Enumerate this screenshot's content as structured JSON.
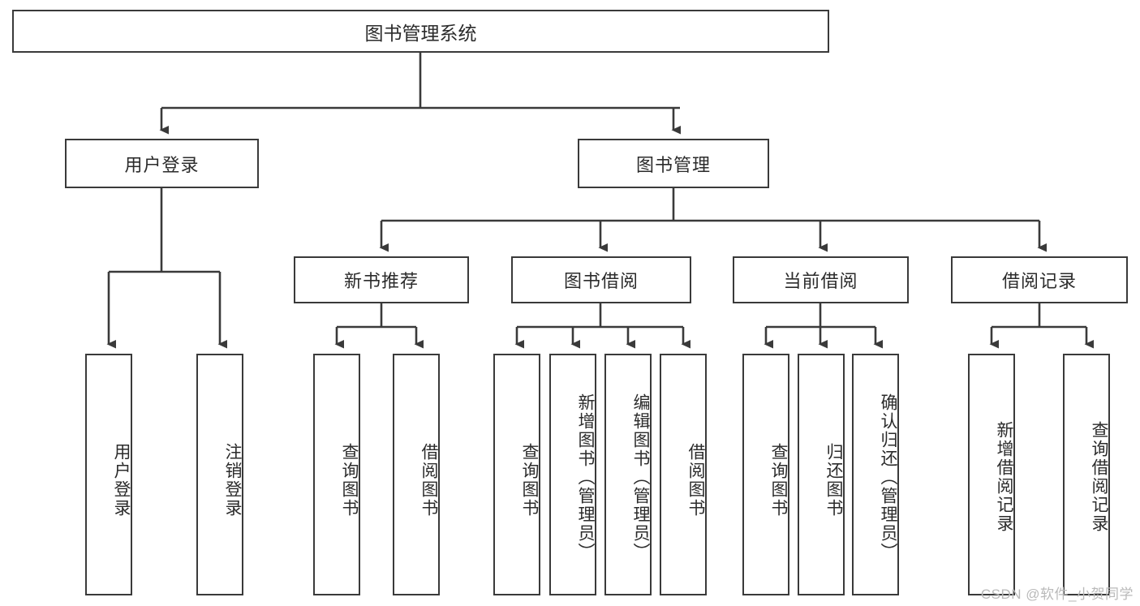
{
  "diagram": {
    "type": "tree-hierarchy",
    "title": "图书管理系统",
    "root": {
      "label": "图书管理系统"
    },
    "level1": [
      {
        "label": "用户登录"
      },
      {
        "label": "图书管理"
      }
    ],
    "level2": [
      {
        "label": "新书推荐"
      },
      {
        "label": "图书借阅"
      },
      {
        "label": "当前借阅"
      },
      {
        "label": "借阅记录"
      }
    ],
    "leaves": {
      "user_login": [
        {
          "label": "用户登录"
        },
        {
          "label": "注销登录"
        }
      ],
      "new_book_recommend": [
        {
          "label": "查询图书"
        },
        {
          "label": "借阅图书"
        }
      ],
      "book_borrow": [
        {
          "label": "查询图书"
        },
        {
          "label": "新增图书（管理员）"
        },
        {
          "label": "编辑图书（管理员）"
        },
        {
          "label": "借阅图书"
        }
      ],
      "current_borrow": [
        {
          "label": "查询图书"
        },
        {
          "label": "归还图书"
        },
        {
          "label": "确认归还（管理员）"
        }
      ],
      "borrow_record": [
        {
          "label": "新增借阅记录"
        },
        {
          "label": "查询借阅记录"
        }
      ]
    }
  },
  "watermark": {
    "text": "CSDN @软件_小贺同学"
  },
  "colors": {
    "border": "#3a3a3a",
    "background": "#ffffff",
    "text": "#2b2b2b",
    "watermark": "#b9b9b9"
  }
}
